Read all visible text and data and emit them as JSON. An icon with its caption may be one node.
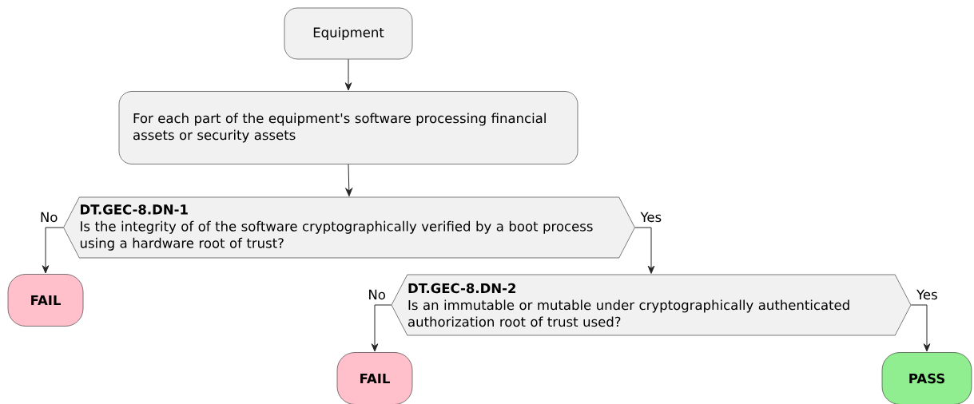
{
  "diagram": {
    "nodes": [
      {
        "text": [
          "Equipment"
        ]
      },
      {
        "text": [
          "For each part of the equipment's software processing financial assets or security assets"
        ]
      },
      {
        "text": [
          "DT.GEC-8.DN-1",
          "Is the integrity of of the software cryptographically verified by a boot process using a hardware root of trust?"
        ]
      },
      {
        "text": [
          "FAIL"
        ]
      },
      {
        "text": [
          "DT.GEC-8.DN-2",
          "Is an immutable or mutable under cryptographically authenticated authorization root of trust used?"
        ]
      },
      {
        "text": [
          "FAIL"
        ]
      },
      {
        "text": [
          "PASS"
        ]
      }
    ],
    "edges": [
      {
        "from": 0,
        "to": 1,
        "arrow": "to"
      },
      {
        "from": 1,
        "to": 2,
        "arrow": "to"
      },
      {
        "from": 2,
        "to": 3,
        "arrow": "to",
        "label": "No"
      },
      {
        "from": 2,
        "to": 4,
        "arrow": "to",
        "label": "Yes"
      },
      {
        "from": 4,
        "to": 5,
        "arrow": "to",
        "label": "No"
      },
      {
        "from": 4,
        "to": 6,
        "arrow": "to",
        "label": "Yes"
      }
    ]
  }
}
